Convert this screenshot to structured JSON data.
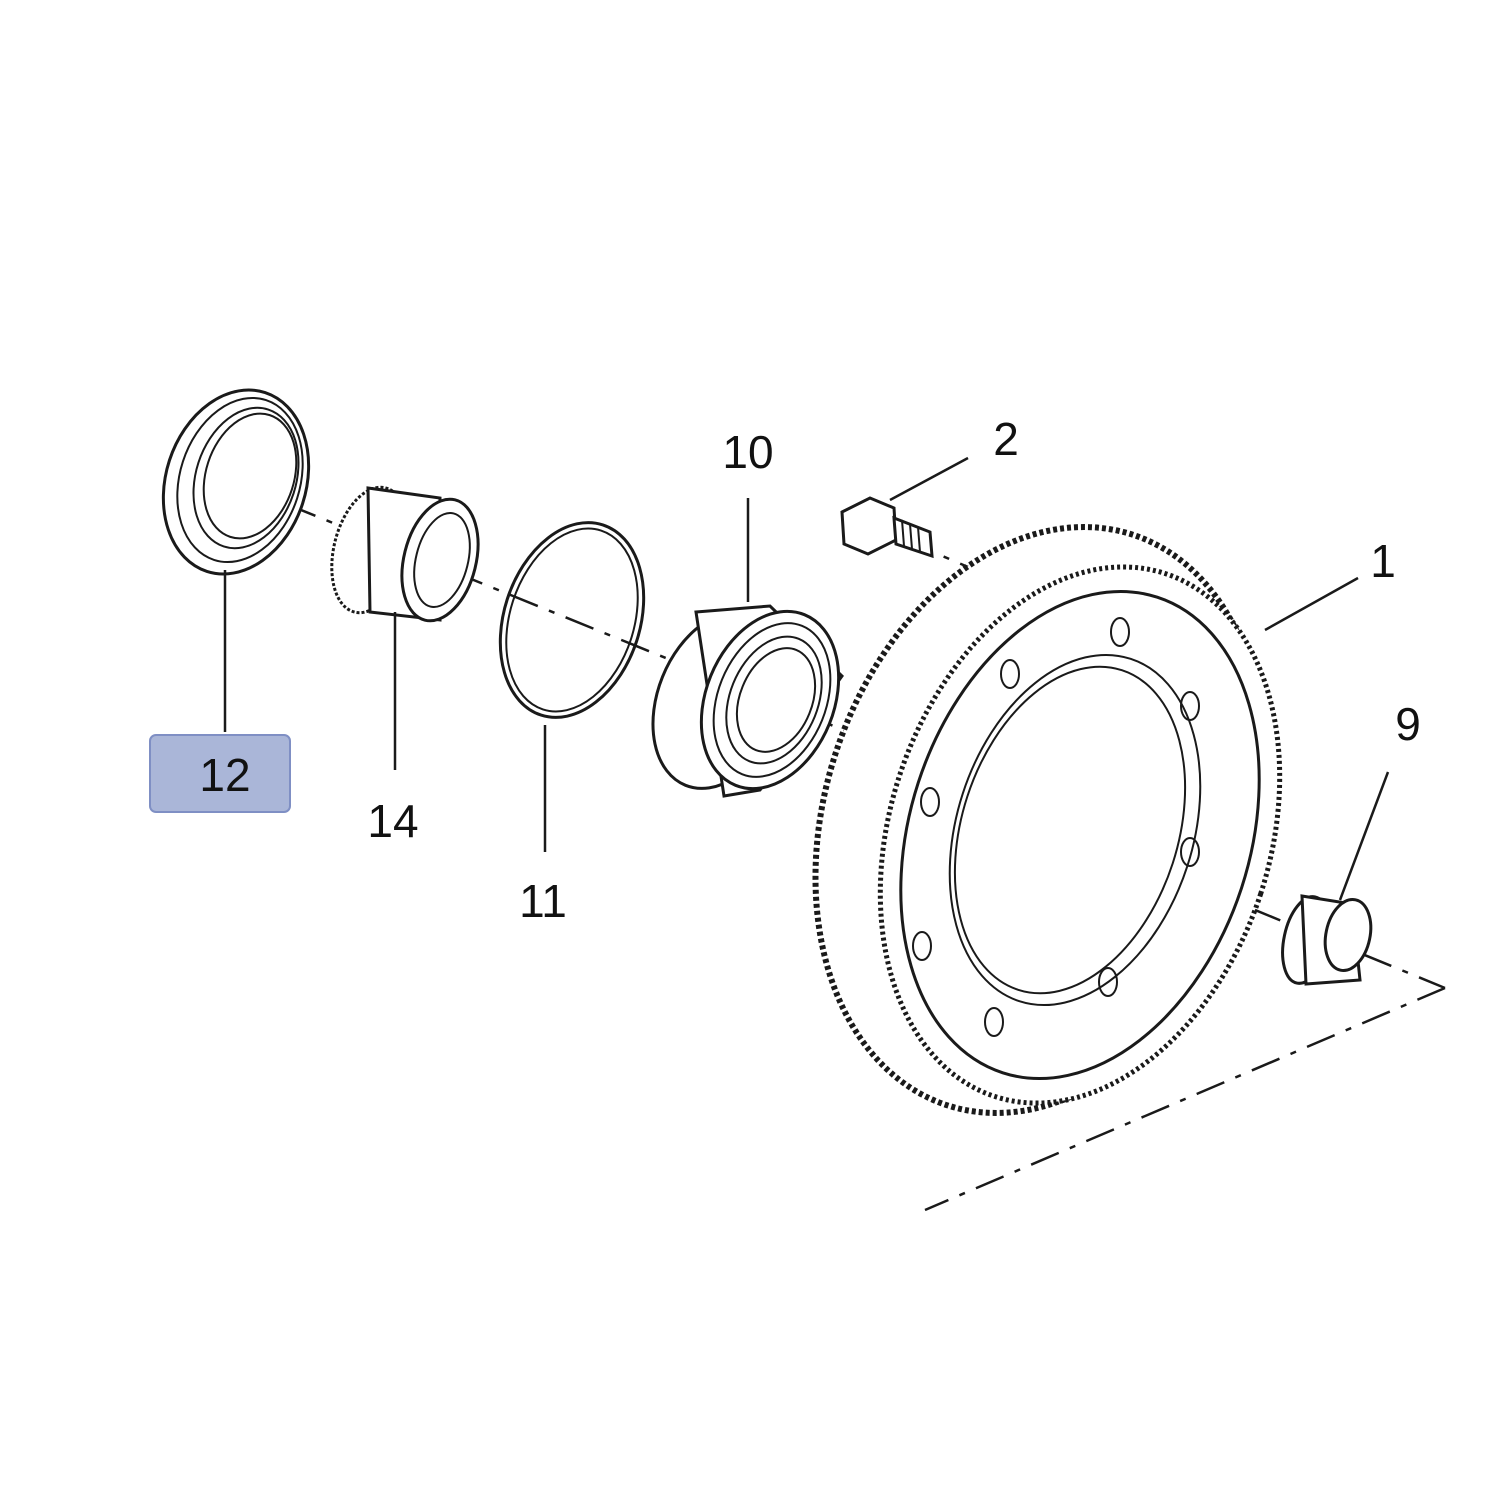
{
  "diagram": {
    "callouts": [
      {
        "id": "12",
        "label": "12",
        "highlighted": true
      },
      {
        "id": "14",
        "label": "14",
        "highlighted": false
      },
      {
        "id": "11",
        "label": "11",
        "highlighted": false
      },
      {
        "id": "10",
        "label": "10",
        "highlighted": false
      },
      {
        "id": "2",
        "label": "2",
        "highlighted": false
      },
      {
        "id": "1",
        "label": "1",
        "highlighted": false
      },
      {
        "id": "9",
        "label": "9",
        "highlighted": false
      }
    ],
    "parts": [
      {
        "callout": "12",
        "icon": "oil-seal-icon"
      },
      {
        "callout": "14",
        "icon": "knurled-sleeve-icon"
      },
      {
        "callout": "11",
        "icon": "snap-ring-icon"
      },
      {
        "callout": "10",
        "icon": "ball-bearing-icon"
      },
      {
        "callout": "2",
        "icon": "bolt-icon"
      },
      {
        "callout": "1",
        "icon": "ring-gear-icon"
      },
      {
        "callout": "9",
        "icon": "bushing-icon"
      }
    ],
    "colors": {
      "highlight_fill": "#aab6d8",
      "highlight_stroke": "#7f8fc4",
      "line": "#1a1a1a",
      "text": "#111111"
    }
  }
}
